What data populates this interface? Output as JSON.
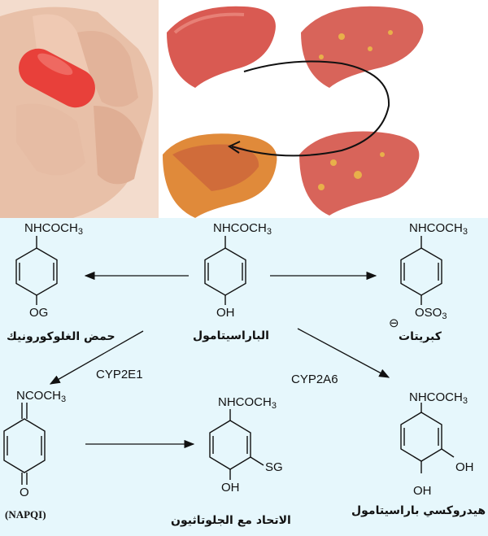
{
  "colors": {
    "diagram_bg": "#e6f7fc",
    "liver": "#d95a52",
    "liver_damaged": "#e08a3a",
    "pill": "#e8403a",
    "skin": "#e9c3ad"
  },
  "icons": {
    "pill": "red-capsule-pill",
    "liver_sequence": "liver-damage-progression",
    "cycle_arrow": "curved-black-arrow"
  },
  "top_left_group": "NHCOCH",
  "top_center_group": "NHCOCH",
  "top_right_group": "NHCOCH",
  "subscript_3": "3",
  "og_group": "OG",
  "oh_center": "OH",
  "oso3_group": "OSO",
  "sulfate_sub": "3",
  "minus_sign": "⊖",
  "label_glucuronic": "حمض الغلوكورونيك",
  "label_paracetamol": "الباراسيتامول",
  "label_sulfate": "كبريتات",
  "enzyme_1": "CYP2E1",
  "enzyme_2": "CYP2A6",
  "napqi_group": "NCOCH",
  "napqi_o": "O",
  "napqi_label": "(NAPQI)",
  "gsh_top_group": "NHCOCH",
  "gsh_sg": "SG",
  "gsh_oh": "OH",
  "label_glutathione": "الاتحاد مع الجلوتاثيون",
  "hydroxy_top_group": "NHCOCH",
  "hydroxy_oh_right": "OH",
  "hydroxy_oh_bottom": "OH",
  "label_hydroxy": "3- هيدروكسي باراسيتامول"
}
